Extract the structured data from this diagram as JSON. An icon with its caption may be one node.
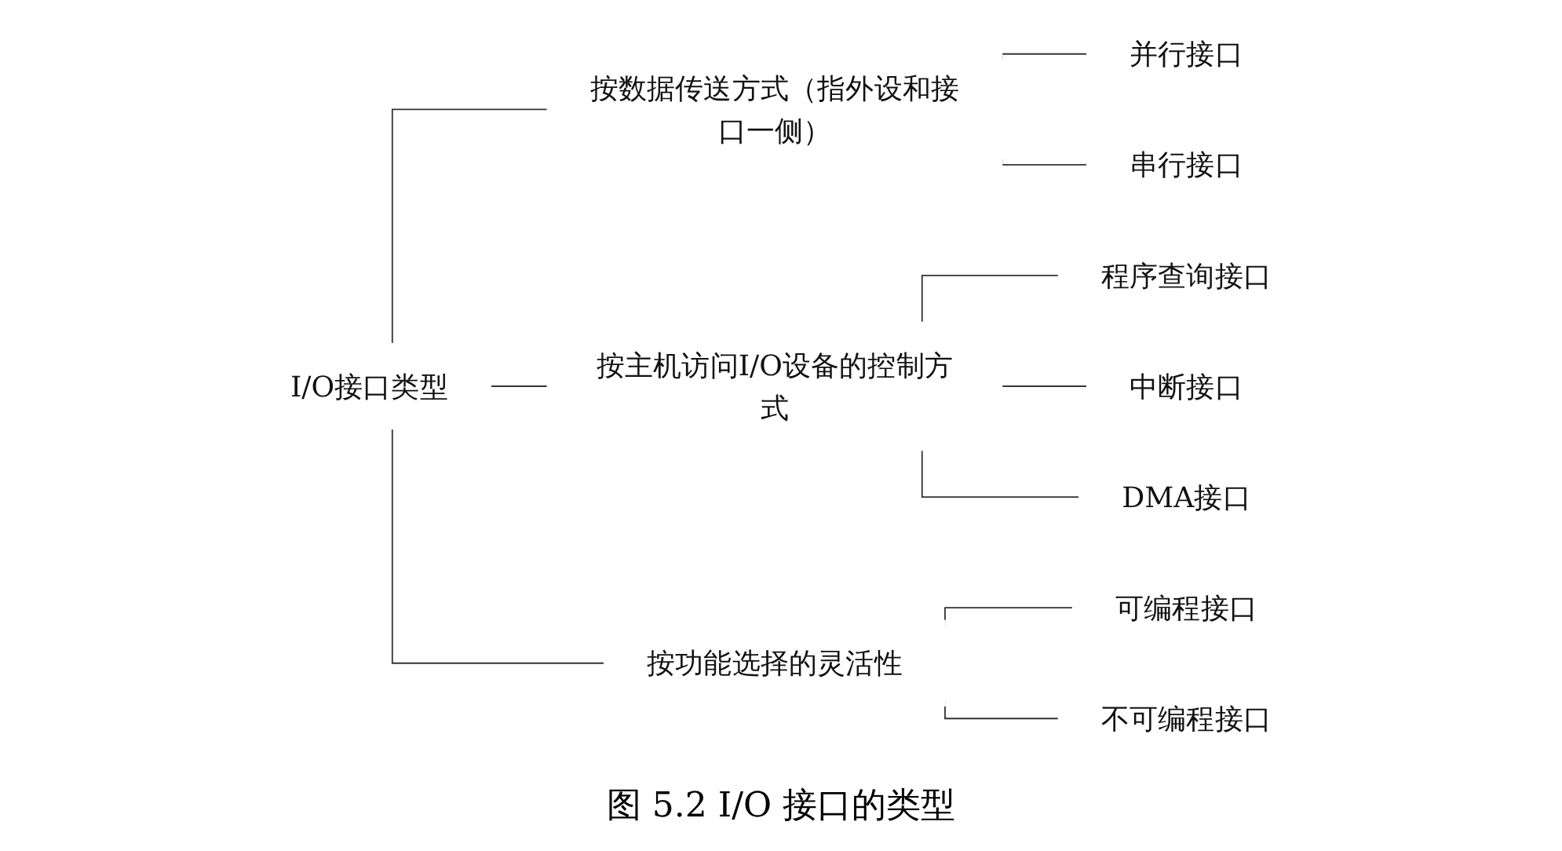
{
  "diagram": {
    "caption": "图 5.2 I/O 接口的类型",
    "nodes": [
      {
        "text": [
          "I/O接口类型"
        ]
      },
      {
        "text": [
          "按数据传送方式（指外设和接口一侧）"
        ]
      },
      {
        "text": [
          "并行接口"
        ]
      },
      {
        "text": [
          "串行接口"
        ]
      },
      {
        "text": [
          "按主机访问I/O设备的控制方式"
        ]
      },
      {
        "text": [
          "程序查询接口"
        ]
      },
      {
        "text": [
          "中断接口"
        ]
      },
      {
        "text": [
          "DMA接口"
        ]
      },
      {
        "text": [
          "按功能选择的灵活性"
        ]
      },
      {
        "text": [
          "可编程接口"
        ]
      },
      {
        "text": [
          "不可编程接口"
        ]
      }
    ],
    "edges": [
      {
        "from": 0,
        "to": 1,
        "arrow": "none"
      },
      {
        "from": 0,
        "to": 4,
        "arrow": "none"
      },
      {
        "from": 0,
        "to": 8,
        "arrow": "none"
      },
      {
        "from": 1,
        "to": 2,
        "arrow": "none"
      },
      {
        "from": 1,
        "to": 3,
        "arrow": "none"
      },
      {
        "from": 4,
        "to": 5,
        "arrow": "none"
      },
      {
        "from": 4,
        "to": 6,
        "arrow": "none"
      },
      {
        "from": 4,
        "to": 7,
        "arrow": "none"
      },
      {
        "from": 8,
        "to": 9,
        "arrow": "none"
      },
      {
        "from": 8,
        "to": 10,
        "arrow": "none"
      }
    ]
  }
}
